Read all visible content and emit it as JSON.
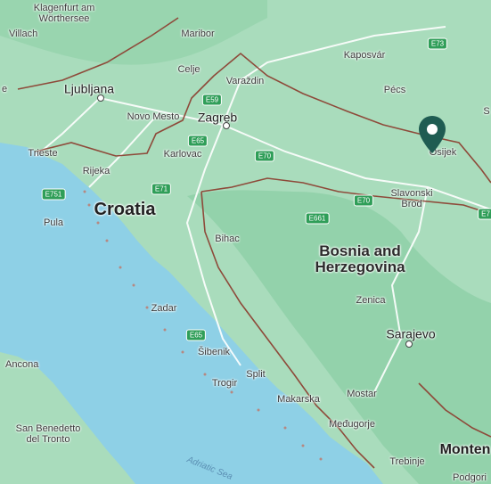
{
  "map": {
    "colors": {
      "sea": "#8ed0e6",
      "land": "#a9dcbc",
      "land_dark": "#86cba0",
      "border": "#8e4a3a",
      "road": "#ffffff",
      "pin": "#1f5c52"
    },
    "pin_icon": "map-pin-icon",
    "labels": {
      "klagenfurt": "Klagenfurt am\nWörthersee",
      "villach": "Villach",
      "maribor": "Maribor",
      "celje": "Celje",
      "varazdin": "Varaždin",
      "kaposvar": "Kaposvár",
      "pecs": "Pécs",
      "ljubljana": "Ljubljana",
      "novo_mesto": "Novo Mesto",
      "zagreb": "Zagreb",
      "trieste": "Trieste",
      "karlovac": "Karlovac",
      "rijeka": "Rijeka",
      "osijek": "Osijek",
      "pula": "Pula",
      "croatia": "Croatia",
      "slavonski_brod": "Slavonski\nBrod",
      "bihac": "Bihac",
      "bosnia": "Bosnia and\nHerzegovina",
      "zenica": "Zenica",
      "zadar": "Zadar",
      "sarajevo": "Sarajevo",
      "sibenik": "Šibenik",
      "ancona": "Ancona",
      "split": "Split",
      "trogir": "Trogir",
      "makarska": "Makarska",
      "mostar": "Mostar",
      "medjugorje": "Međugorje",
      "san_benedetto": "San Benedetto\ndel Tronto",
      "adriatic": "Adriatic Sea",
      "trebinje": "Trebinje",
      "montenegro": "Monten",
      "podgorica": "Podgori",
      "edge_e": "e",
      "edge_s": "S"
    },
    "shields": [
      "E73",
      "E59",
      "E65",
      "E70",
      "E751",
      "E71",
      "E70",
      "E661",
      "E65",
      "E7"
    ]
  }
}
